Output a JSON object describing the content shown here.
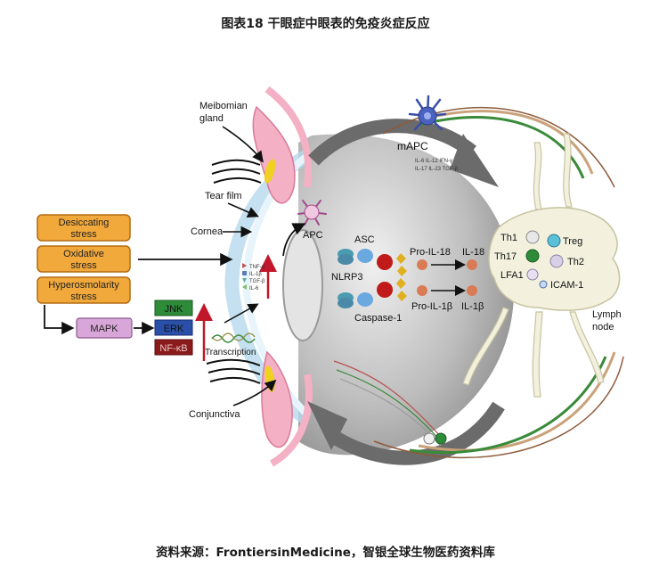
{
  "title": "图表18 干眼症中眼表的免疫炎症反应",
  "source": "资料来源：FrontiersinMedicine，智银全球生物医药资料库",
  "labels": {
    "meibomian_gland": [
      "Meibomian",
      "gland"
    ],
    "tear_film": "Tear film",
    "cornea": "Cornea",
    "conjunctiva": "Conjunctiva",
    "apc": "APC",
    "mapc": "mAPC",
    "mapc_cytokines": [
      "IL-6  IL-12 IFN-γ",
      "IL-17 IL-23 TGF-β"
    ],
    "transcription": "Transcription",
    "lymph_node": [
      "Lymph",
      "node"
    ]
  },
  "stress_boxes": [
    [
      "Desiccating",
      "stress"
    ],
    [
      "Oxidative",
      "stress"
    ],
    [
      "Hyperosmolarity",
      "stress"
    ]
  ],
  "signaling": {
    "mapk": "MAPK",
    "jnk": "JNK",
    "erk": "ERK",
    "nfkb": "NF-κB"
  },
  "cytokine_list": [
    "TNF-α",
    "IL-1β",
    "TGF-β",
    "IL-6"
  ],
  "inflammasome": {
    "asc": "ASC",
    "nlrp3": "NLRP3",
    "pro_il18": "Pro-IL-18",
    "il18": "IL-18",
    "pro_il1b": "Pro-IL-1β",
    "il1b": "IL-1β",
    "caspase": "Caspase-1"
  },
  "lymph_cells": {
    "th1": "Th1",
    "treg": "Treg",
    "th17": "Th17",
    "th2": "Th2",
    "lfa1": "LFA1",
    "icam1": "ICAM-1"
  },
  "colors": {
    "stress_fill": "#f2a93b",
    "stress_stroke": "#b36b12",
    "mapk_fill": "#d8a6d8",
    "jnk_fill": "#2e8b3a",
    "erk_fill": "#2a4fa8",
    "nfkb_fill": "#8b1a1a",
    "gray_arrow": "#6b6b6b",
    "red_arrow": "#c0182a",
    "vessel_green": "#3a8a3a",
    "gland_pink": "#f4b0c4"
  }
}
